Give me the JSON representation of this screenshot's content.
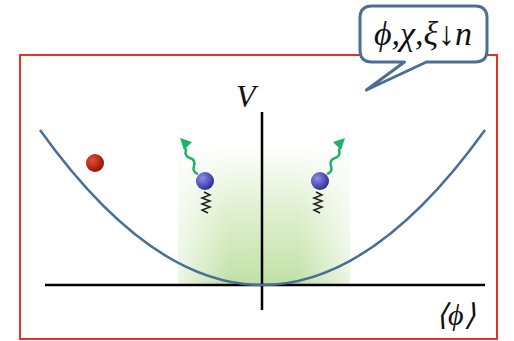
{
  "diagram": {
    "nodes": [
      {
        "text": [
          "ϕ,χ,ξ↓n"
        ]
      }
    ],
    "labels": [
      "V",
      "⟨ϕ⟩"
    ]
  }
}
